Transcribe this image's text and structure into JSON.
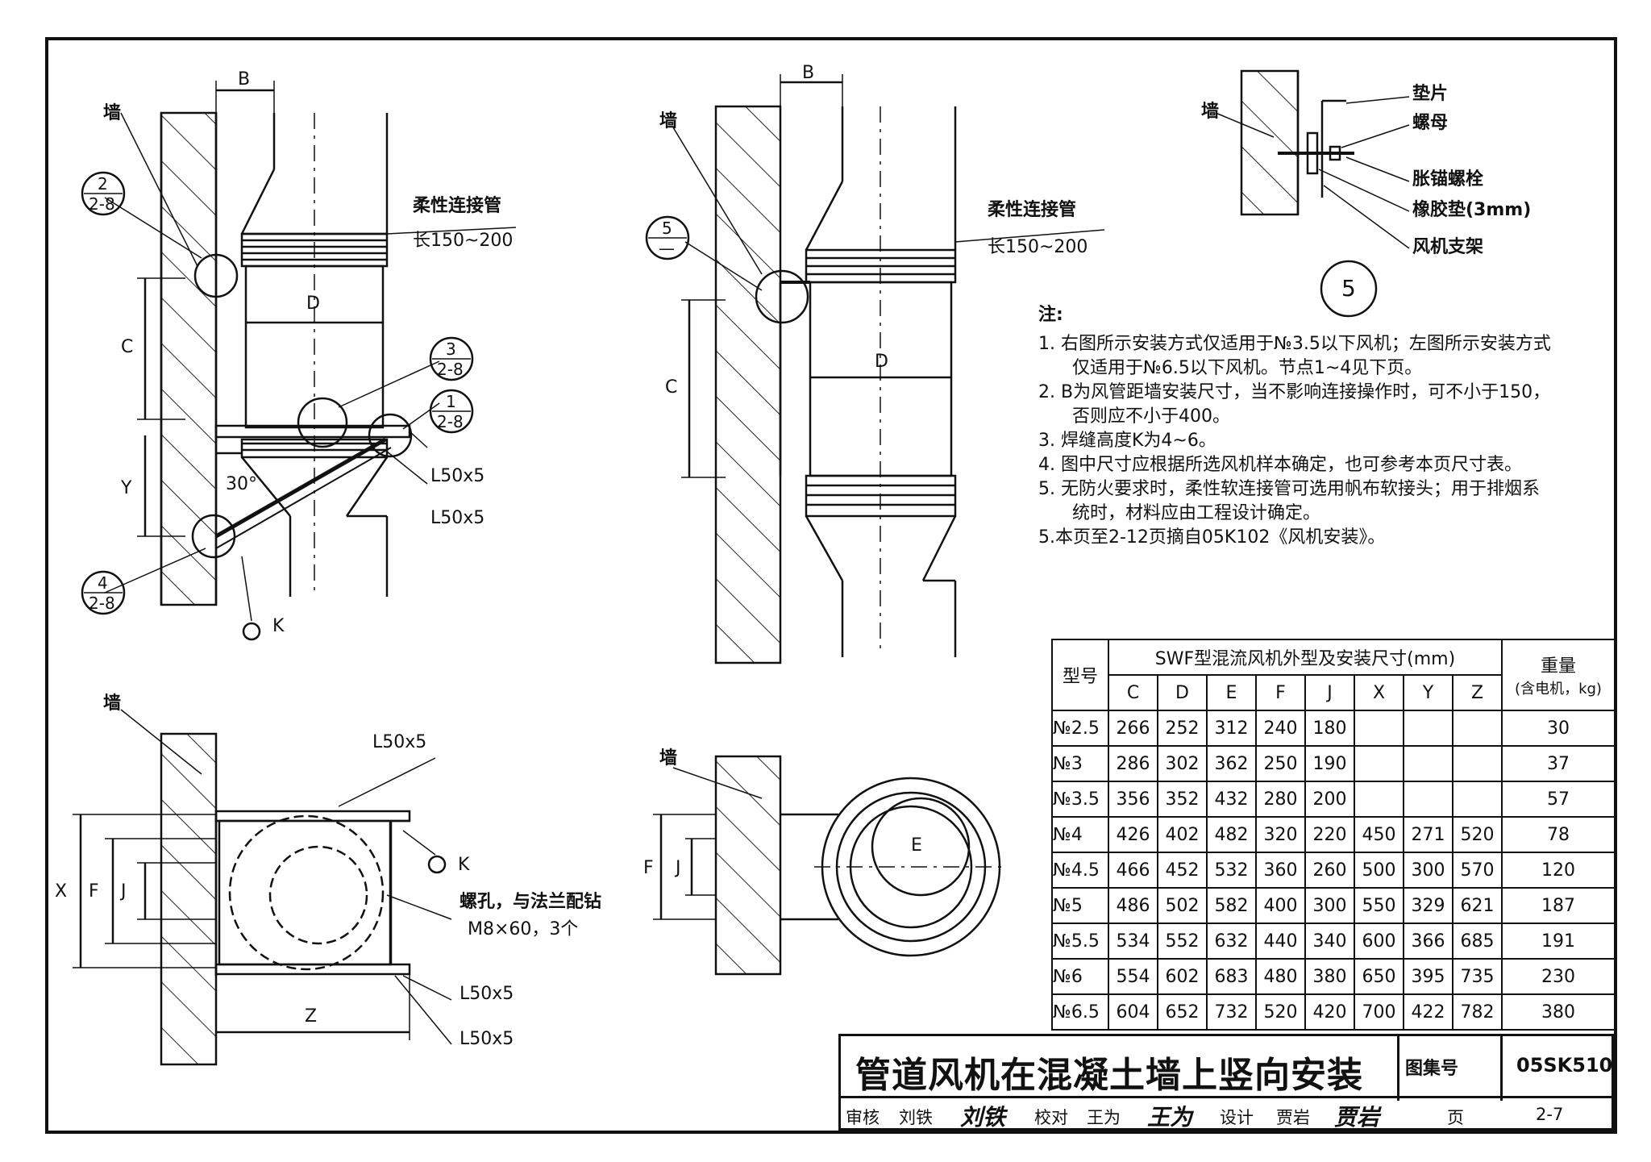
{
  "labels": {
    "wall": "墙",
    "B": "B",
    "C": "C",
    "D": "D",
    "Y": "Y",
    "X": "X",
    "F": "F",
    "J": "J",
    "Z": "Z",
    "E": "E",
    "K": "K",
    "angle30": "30°",
    "flex_pipe": "柔性连接管",
    "flex_len": "长150~200",
    "angle_steel": "L50x5",
    "bolt_hole": "螺孔，与法兰配钻",
    "bolt_spec": "M8×60，3个",
    "ref2_top": "2",
    "ref2_bot": "2-8",
    "ref3_top": "3",
    "ref3_bot": "2-8",
    "ref1_top": "1",
    "ref1_bot": "2-8",
    "ref4_top": "4",
    "ref4_bot": "2-8",
    "ref5_top": "5",
    "ref5_bot": "—",
    "detail5_num": "5",
    "gasket": "垫片",
    "nut": "螺母",
    "anchor_bolt": "胀锚螺栓",
    "rubber_pad": "橡胶垫(3mm)",
    "fan_bracket": "风机支架"
  },
  "notes": {
    "title": "注:",
    "items": [
      {
        "n": "1.",
        "l1": "右图所示安装方式仅适用于№3.5以下风机；左图所示安装方式",
        "l2": "仅适用于№6.5以下风机。节点1~4见下页。"
      },
      {
        "n": "2.",
        "l1": "B为风管距墙安装尺寸，当不影响连接操作时，可不小于150，",
        "l2": "否则应不小于400。"
      },
      {
        "n": "3.",
        "l1": "焊缝高度K为4~6。",
        "l2": ""
      },
      {
        "n": "4.",
        "l1": "图中尺寸应根据所选风机样本确定，也可参考本页尺寸表。",
        "l2": ""
      },
      {
        "n": "5.",
        "l1": "无防火要求时，柔性软连接管可选用帆布软接头；用于排烟系",
        "l2": "统时，材料应由工程设计确定。"
      },
      {
        "n": "5.",
        "l1": "本页至2-12页摘自05K102《风机安装》。",
        "l2": ""
      }
    ]
  },
  "table": {
    "model_header": "型号",
    "group_header": "SWF型混流风机外型及安装尺寸(mm)",
    "weight_header": "重量",
    "weight_sub": "(含电机，kg)",
    "columns": [
      "C",
      "D",
      "E",
      "F",
      "J",
      "X",
      "Y",
      "Z"
    ],
    "rows": [
      {
        "model": "№2.5",
        "vals": [
          "266",
          "252",
          "312",
          "240",
          "180",
          "",
          "",
          ""
        ],
        "weight": "30"
      },
      {
        "model": "№3",
        "vals": [
          "286",
          "302",
          "362",
          "250",
          "190",
          "",
          "",
          ""
        ],
        "weight": "37"
      },
      {
        "model": "№3.5",
        "vals": [
          "356",
          "352",
          "432",
          "280",
          "200",
          "",
          "",
          ""
        ],
        "weight": "57"
      },
      {
        "model": "№4",
        "vals": [
          "426",
          "402",
          "482",
          "320",
          "220",
          "450",
          "271",
          "520"
        ],
        "weight": "78"
      },
      {
        "model": "№4.5",
        "vals": [
          "466",
          "452",
          "532",
          "360",
          "260",
          "500",
          "300",
          "570"
        ],
        "weight": "120"
      },
      {
        "model": "№5",
        "vals": [
          "486",
          "502",
          "582",
          "400",
          "300",
          "550",
          "329",
          "621"
        ],
        "weight": "187"
      },
      {
        "model": "№5.5",
        "vals": [
          "534",
          "552",
          "632",
          "440",
          "340",
          "600",
          "366",
          "685"
        ],
        "weight": "191"
      },
      {
        "model": "№6",
        "vals": [
          "554",
          "602",
          "683",
          "480",
          "380",
          "650",
          "395",
          "735"
        ],
        "weight": "230"
      },
      {
        "model": "№6.5",
        "vals": [
          "604",
          "652",
          "732",
          "520",
          "420",
          "700",
          "422",
          "782"
        ],
        "weight": "380"
      }
    ]
  },
  "title_block": {
    "title": "管道风机在混凝土墙上竖向安装",
    "atlas_label": "图集号",
    "atlas_no": "05SK510",
    "review": "审核",
    "reviewer": "刘铁",
    "reviewer_sig": "刘铁",
    "check": "校对",
    "checker": "王为",
    "checker_sig": "王为",
    "design": "设计",
    "designer": "贾岩",
    "designer_sig": "贾岩",
    "page_label": "页",
    "page_no": "2-7"
  }
}
